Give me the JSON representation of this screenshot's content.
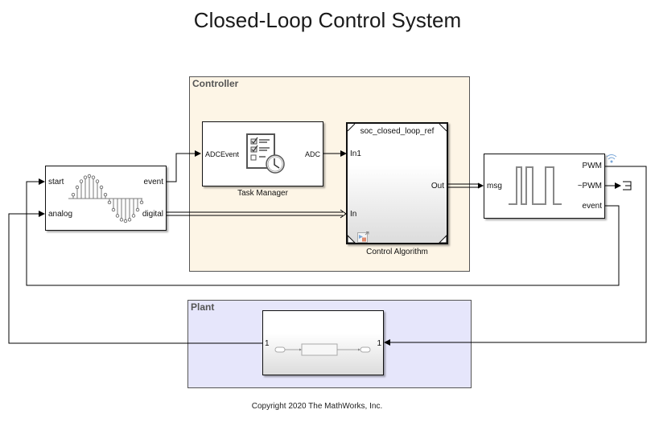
{
  "diagram": {
    "title": "Closed-Loop Control System",
    "copyright": "Copyright 2020 The MathWorks, Inc.",
    "colors": {
      "controller_area": "#fdf5e6",
      "plant_area": "#e6e6fb",
      "line": "#000000",
      "icon_gray": "#888888",
      "wireless_icon": "#7aa7d8"
    },
    "areas": {
      "controller": {
        "label": "Controller"
      },
      "plant": {
        "label": "Plant"
      }
    },
    "blocks": {
      "adc": {
        "icon": "sampled-sine-wave-icon",
        "inputs": [
          "start",
          "analog"
        ],
        "outputs": [
          "event",
          "digital"
        ]
      },
      "task_manager": {
        "name": "Task Manager",
        "icon": "task-checklist-clock-icon",
        "inputs": [
          "ADCEvent"
        ],
        "outputs": [
          "ADC"
        ]
      },
      "control_algorithm": {
        "name": "Control Algorithm",
        "referenced_model": "soc_closed_loop_ref",
        "icon": "model-reference-icon",
        "inputs": [
          "In1",
          "In"
        ],
        "outputs": [
          "Out"
        ]
      },
      "pwm": {
        "icon": "pwm-waveform-icon",
        "inputs": [
          "msg"
        ],
        "outputs": [
          "PWM",
          "~PWM",
          "event"
        ],
        "badge_icon": "wireless-icon"
      },
      "plant_subsystem": {
        "icon": "subsystem-icon",
        "inputs": [
          "1"
        ],
        "outputs": [
          "1"
        ]
      },
      "terminator": {
        "icon": "terminator-icon"
      }
    },
    "connections": [
      {
        "from": "adc.event",
        "to": "task_manager.ADCEvent",
        "type": "signal"
      },
      {
        "from": "task_manager.ADC",
        "to": "control_algorithm.In1",
        "type": "signal"
      },
      {
        "from": "adc.digital",
        "to": "control_algorithm.In",
        "type": "message"
      },
      {
        "from": "control_algorithm.Out",
        "to": "pwm.msg",
        "type": "message"
      },
      {
        "from": "pwm.~PWM",
        "to": "terminator",
        "type": "signal"
      },
      {
        "from": "pwm.PWM",
        "to": "plant_subsystem.in1",
        "type": "signal"
      },
      {
        "from": "pwm.event",
        "to": "adc.start",
        "type": "signal"
      },
      {
        "from": "plant_subsystem.out1",
        "to": "adc.analog",
        "type": "signal"
      }
    ]
  }
}
